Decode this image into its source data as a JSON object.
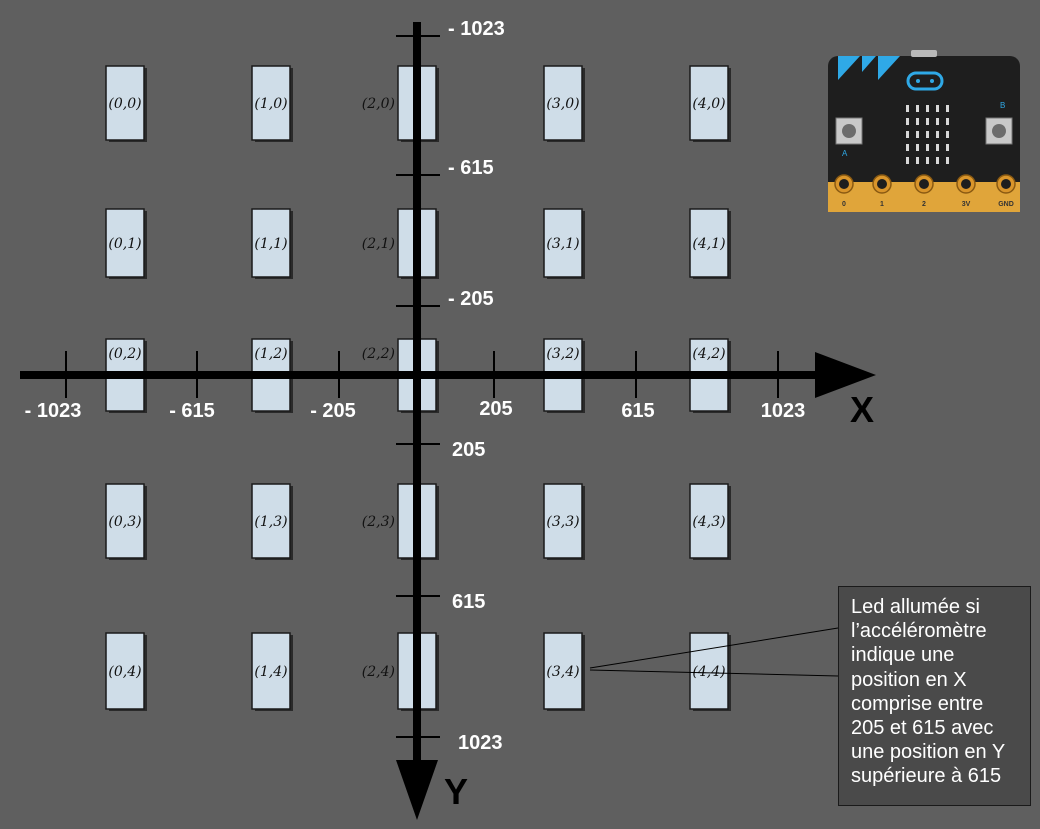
{
  "x_axis": {
    "name": "X",
    "ticks": [
      "- 1023",
      "- 615",
      "- 205",
      "205",
      "615",
      "1023"
    ]
  },
  "y_axis": {
    "name": "Y",
    "ticks_top": [
      "- 1023",
      "- 615",
      "- 205"
    ],
    "ticks_bottom": [
      "205",
      "615",
      "1023"
    ]
  },
  "leds": [
    "(0,0)",
    "(1,0)",
    "(2,0)",
    "(3,0)",
    "(4,0)",
    "(0,1)",
    "(1,1)",
    "(2,1)",
    "(3,1)",
    "(4,1)",
    "(0,2)",
    "(1,2)",
    "(2,2)",
    "(3,2)",
    "(4,2)",
    "(0,3)",
    "(1,3)",
    "(2,3)",
    "(3,3)",
    "(4,3)",
    "(0,4)",
    "(1,4)",
    "(2,4)",
    "(3,4)",
    "(4,4)"
  ],
  "callout": "Led allumée si l’accéléromètre indique une position en X comprise entre 205 et 615 avec une position en Y supérieure à 615",
  "microbit": {
    "pins": [
      "0",
      "1",
      "2",
      "3V",
      "GND"
    ],
    "button_labels": [
      "A",
      "B"
    ],
    "colors": {
      "board": "#1e1e1e",
      "accent": "#2fa9e7",
      "gold": "#e0a53a"
    }
  },
  "colors": {
    "background": "#5f5f5f",
    "led": "#cfdde8",
    "axis": "#000000",
    "tick_label": "#ffffff"
  }
}
